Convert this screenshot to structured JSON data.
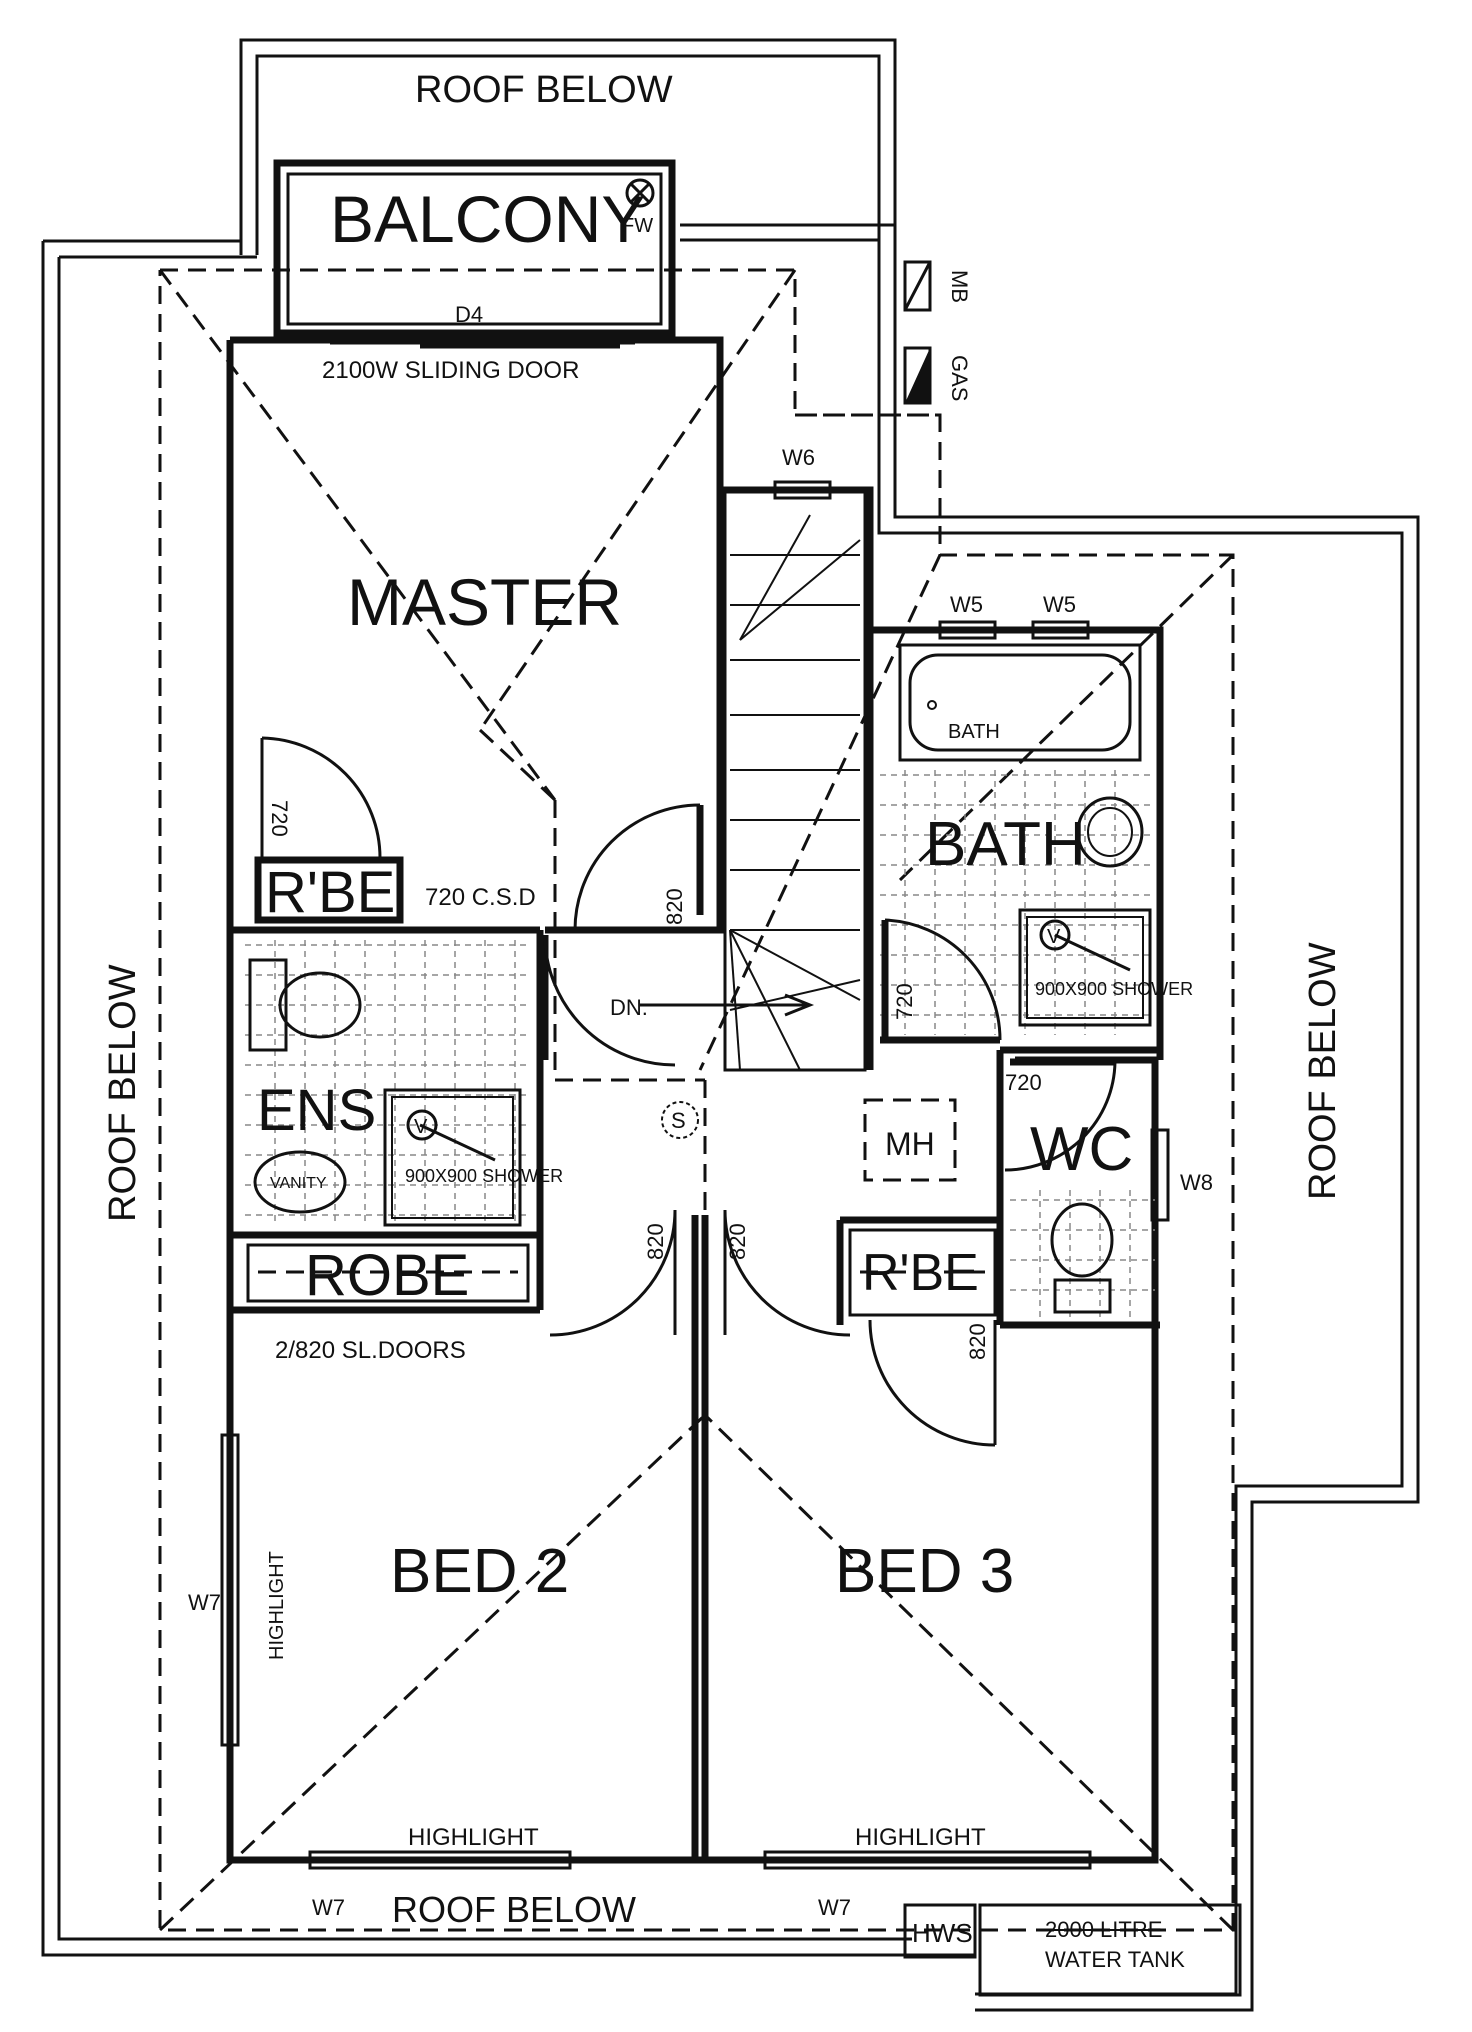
{
  "plan": {
    "roof_top": "ROOF BELOW",
    "roof_left": "ROOF BELOW",
    "roof_right": "ROOF BELOW",
    "roof_bottom": "ROOF BELOW",
    "balcony": "BALCONY",
    "fw": "FW",
    "d4": "D4",
    "sliding_door": "2100W SLIDING DOOR",
    "mb": "MB",
    "gas": "GAS",
    "w6": "W6",
    "w5a": "W5",
    "w5b": "W5",
    "master": "MASTER",
    "bath_tub": "BATH",
    "bath_room": "BATH",
    "rbe_master": "R'BE",
    "csd": "720 C.S.D",
    "dim_720_rbe": "720",
    "dim_820_stair": "820",
    "dn": "DN.",
    "dim_720_bath": "720",
    "shower_bath": "900X900 SHOWER",
    "ens": "ENS",
    "shower_ens": "900X900 SHOWER",
    "vanity": "VANITY",
    "smoke": "S",
    "mh": "MH",
    "dim_720_wc": "720",
    "wc": "WC",
    "w8": "W8",
    "dim_820_left": "820",
    "dim_820_right": "820",
    "robe": "ROBE",
    "rbe_hall": "R'BE",
    "sl_doors": "2/820 SL.DOORS",
    "dim_820_rbe": "820",
    "w7_left": "W7",
    "highlight_side": "HIGHLIGHT",
    "bed2": "BED 2",
    "bed3": "BED 3",
    "highlight_bed2": "HIGHLIGHT",
    "highlight_bed3": "HIGHLIGHT",
    "w7_bed2": "W7",
    "w7_bed3": "W7",
    "hws": "HWS",
    "tank_line1": "2000 LITRE",
    "tank_line2": "WATER TANK",
    "valve_v": "V"
  }
}
